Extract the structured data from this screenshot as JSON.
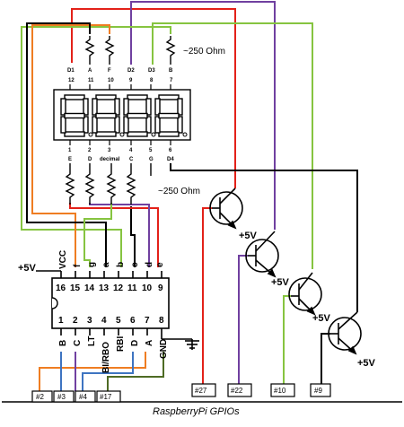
{
  "colors": {
    "red": "#e32119",
    "purple": "#7040a0",
    "orange": "#ef7d22",
    "blue": "#3e74c1",
    "green": "#86c440",
    "olive": "#4e6b24",
    "black": "#000000"
  },
  "display": {
    "top_pin_names": [
      "D1",
      "A",
      "F",
      "D2",
      "D3",
      "B"
    ],
    "top_pin_numbers": [
      "12",
      "11",
      "10",
      "9",
      "8",
      "7"
    ],
    "bottom_pin_numbers": [
      "1",
      "2",
      "3",
      "4",
      "5",
      "6"
    ],
    "bottom_pin_names": [
      "E",
      "D",
      "decimal",
      "C",
      "G",
      "D4"
    ],
    "resistor_top_label": "~250 Ohm",
    "resistor_bottom_label": "~250 Ohm"
  },
  "chip": {
    "top_pin_labels": [
      "VCC",
      "f",
      "g",
      "a",
      "b",
      "c",
      "d",
      "e"
    ],
    "top_pin_numbers": [
      "16",
      "15",
      "14",
      "13",
      "12",
      "11",
      "10",
      "9"
    ],
    "bottom_pin_numbers": [
      "1",
      "2",
      "3",
      "4",
      "5",
      "6",
      "7",
      "8"
    ],
    "bottom_pin_labels": [
      "B",
      "C",
      "LT",
      "BI/RBO",
      "RBI",
      "D",
      "A",
      "GND"
    ],
    "supply_label": "+5V"
  },
  "transistors": {
    "supply_labels": [
      "+5V",
      "+5V",
      "+5V",
      "+5V"
    ]
  },
  "gpio": {
    "left_labels": [
      "#2",
      "#3",
      "#4",
      "#17"
    ],
    "right_labels": [
      "#27",
      "#22",
      "#10",
      "#9"
    ],
    "bus_label": "RaspberryPi GPIOs"
  }
}
